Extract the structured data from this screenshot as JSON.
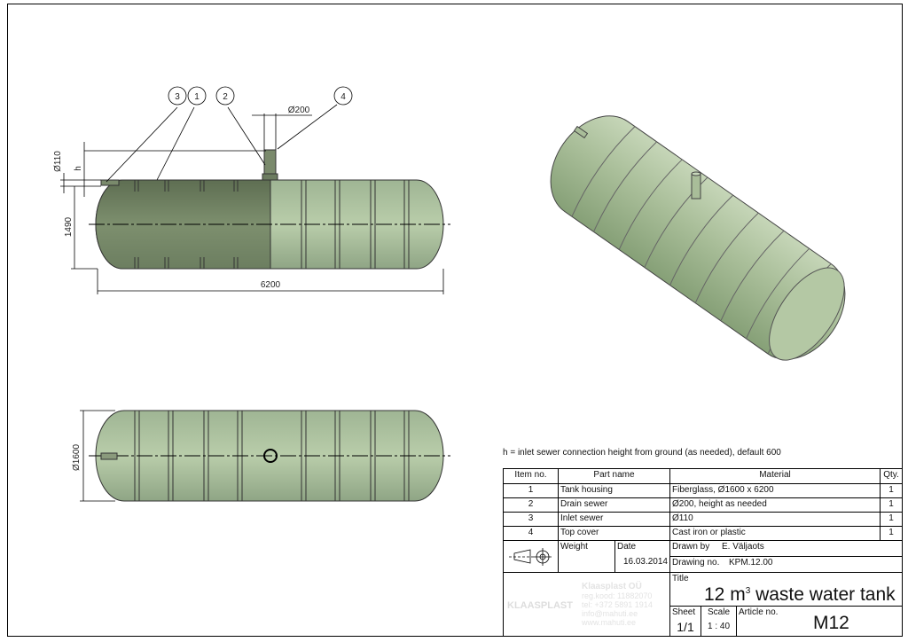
{
  "callouts": [
    "3",
    "1",
    "2",
    "4"
  ],
  "dimensions": {
    "d110": "Ø110",
    "h": "h",
    "d200": "Ø200",
    "height": "1490",
    "length": "6200",
    "d1600": "Ø1600"
  },
  "note": "h = inlet sewer connection height from ground (as needed), default 600",
  "table": {
    "headers": [
      "Item no.",
      "Part name",
      "Material",
      "Qty."
    ],
    "rows": [
      [
        "1",
        "Tank housing",
        "Fiberglass,  Ø1600 x 6200",
        "1"
      ],
      [
        "2",
        "Drain sewer",
        "Ø200, height as needed",
        "1"
      ],
      [
        "3",
        "Inlet sewer",
        "Ø110",
        "1"
      ],
      [
        "4",
        "Top cover",
        "Cast iron or plastic",
        "1"
      ]
    ]
  },
  "titleblock": {
    "weight_label": "Weight",
    "date_label": "Date",
    "date": "16.03.2014",
    "drawn_by_label": "Drawn by",
    "drawn_by": "E. Väljaots",
    "drawing_no_label": "Drawing no.",
    "drawing_no": "KPM.12.00",
    "title_label": "Title",
    "title_main": "12 m",
    "title_sup": "3",
    "title_rest": " waste water tank",
    "sheet_label": "Sheet",
    "sheet": "1/1",
    "scale_label": "Scale",
    "scale": "1 : 40",
    "article_label": "Article no.",
    "article": "M12"
  },
  "logo": {
    "brand": "KLAASPLAST",
    "company": "Klaasplast OÜ",
    "reg": "reg.kood: 11882070",
    "tel": "tel: +372 5891 1914",
    "email": "info@mahuti.ee",
    "web": "www.mahuti.ee"
  }
}
